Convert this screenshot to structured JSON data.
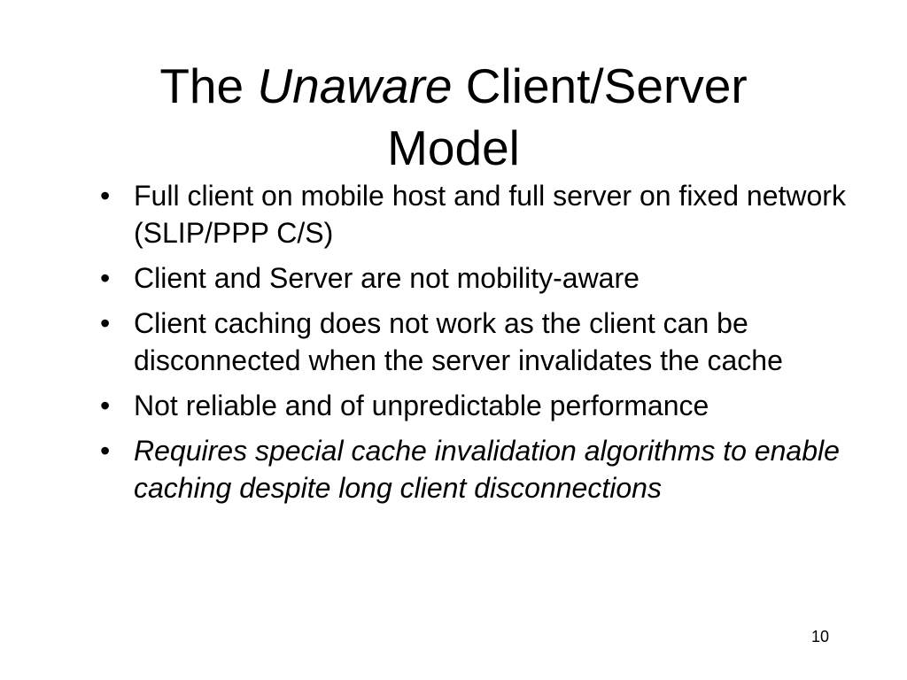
{
  "slide": {
    "title": {
      "part1": "The ",
      "emphasis": "Unaware",
      "part2": " Client/Server",
      "line2": "Model"
    },
    "bullet_marker": "•",
    "bullets": [
      {
        "text": "Full client on mobile host and full server on fixed network (SLIP/PPP C/S)"
      },
      {
        "text": "Client and Server are not mobility-aware"
      },
      {
        "text": "Client caching does not work as the client can be disconnected when the server invalidates the cache"
      },
      {
        "text": "Not reliable and of unpredictable performance"
      },
      {
        "text": "Requires special cache invalidation algorithms to enable caching despite long client disconnections"
      }
    ],
    "page_number": "10"
  }
}
